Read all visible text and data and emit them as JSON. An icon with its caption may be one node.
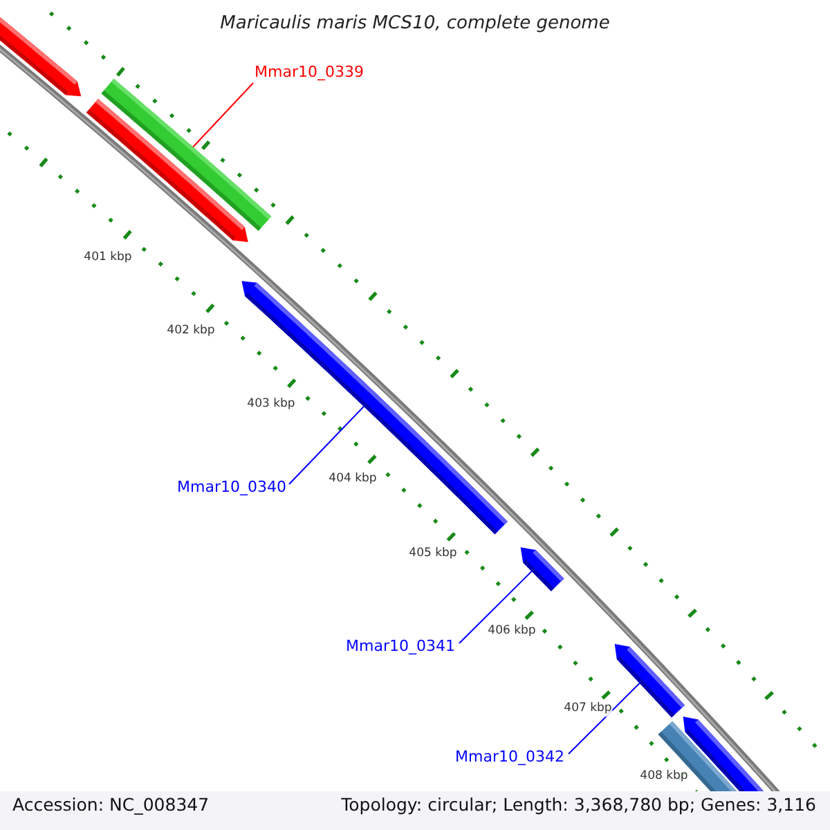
{
  "diagram": {
    "title": "Maricaulis maris MCS10, complete genome",
    "nodes": [
      {
        "text": [],
        "shape": "bar"
      },
      {
        "text": [],
        "shape": "bar"
      },
      {
        "text": [],
        "shape": "bar"
      },
      {
        "text": [],
        "shape": "bar"
      },
      {
        "text": [],
        "shape": "bar"
      },
      {
        "text": [],
        "shape": "bar"
      },
      {
        "text": [],
        "shape": "bar"
      },
      {
        "text": [],
        "shape": "bar"
      },
      {
        "text": [
          "Mmar10_0339"
        ]
      },
      {
        "text": [
          "Mmar10_0340"
        ]
      },
      {
        "text": [
          "Mmar10_0341"
        ]
      },
      {
        "text": [
          "Mmar10_0342"
        ]
      }
    ],
    "edges": [
      {
        "from": 8,
        "to": 1,
        "arrow": "none",
        "color": "#ff0000"
      },
      {
        "from": 9,
        "to": 3,
        "arrow": "none"
      },
      {
        "from": 10,
        "to": 4,
        "arrow": "none"
      },
      {
        "from": 11,
        "to": 5,
        "arrow": "none"
      }
    ],
    "labels": [
      "401 kbp",
      "402 kbp",
      "403 kbp",
      "404 kbp",
      "405 kbp",
      "406 kbp",
      "407 kbp",
      "408 kbp",
      "Accession: NC_008347",
      "Topology: circular; Length: 3,368,780 bp; Genes: 3,116"
    ]
  }
}
